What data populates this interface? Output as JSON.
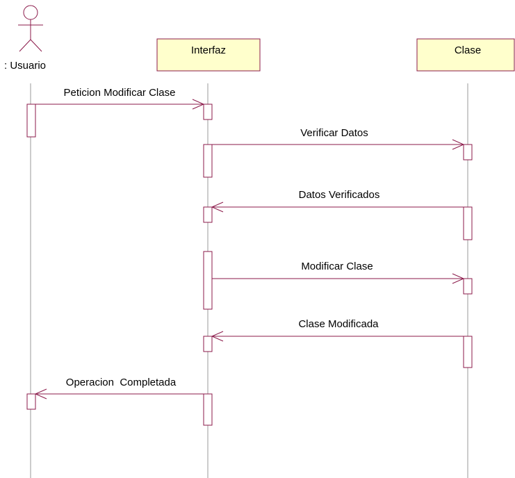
{
  "colors": {
    "line": "#8b1a4a",
    "header_fill": "#ffffcc",
    "lifeline": "#999999",
    "text": "#000000"
  },
  "actor": {
    "label": ": Usuario"
  },
  "objects": [
    {
      "id": "interfaz",
      "label": "Interfaz"
    },
    {
      "id": "clase",
      "label": "Clase"
    }
  ],
  "messages": [
    {
      "label": "Peticion Modificar Clase",
      "from": "usuario",
      "to": "interfaz"
    },
    {
      "label": "Verificar Datos",
      "from": "interfaz",
      "to": "clase"
    },
    {
      "label": "Datos Verificados",
      "from": "clase",
      "to": "interfaz"
    },
    {
      "label": "Modificar Clase",
      "from": "interfaz",
      "to": "clase"
    },
    {
      "label": "Clase Modificada",
      "from": "clase",
      "to": "interfaz"
    },
    {
      "label": "Operacion  Completada",
      "from": "interfaz",
      "to": "usuario"
    }
  ]
}
